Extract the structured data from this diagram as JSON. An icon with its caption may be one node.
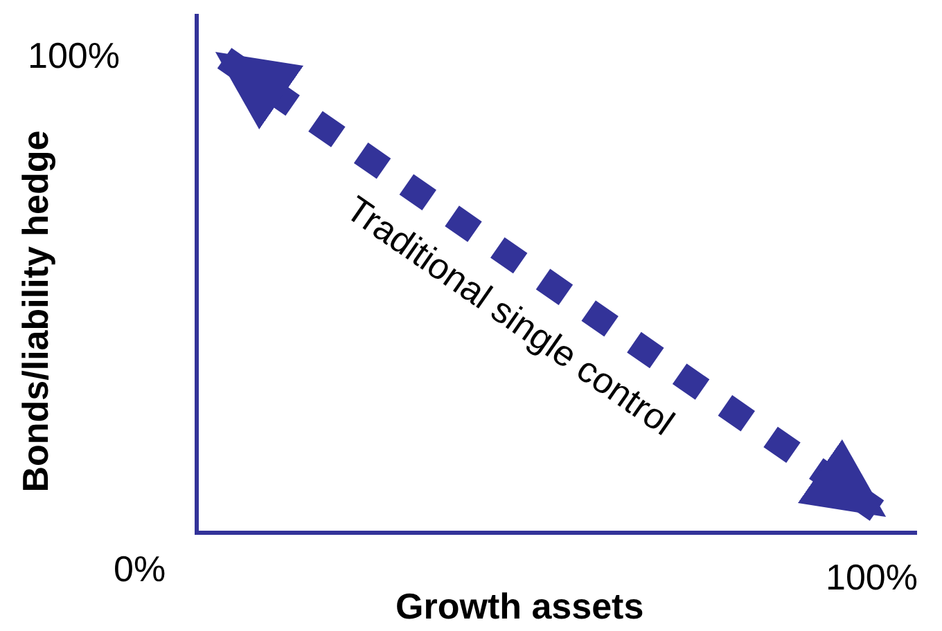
{
  "diagram": {
    "labels": [
      "100%",
      "Bonds/liability hedge",
      "Traditional single control",
      "0%",
      "100%",
      "Growth assets"
    ]
  }
}
